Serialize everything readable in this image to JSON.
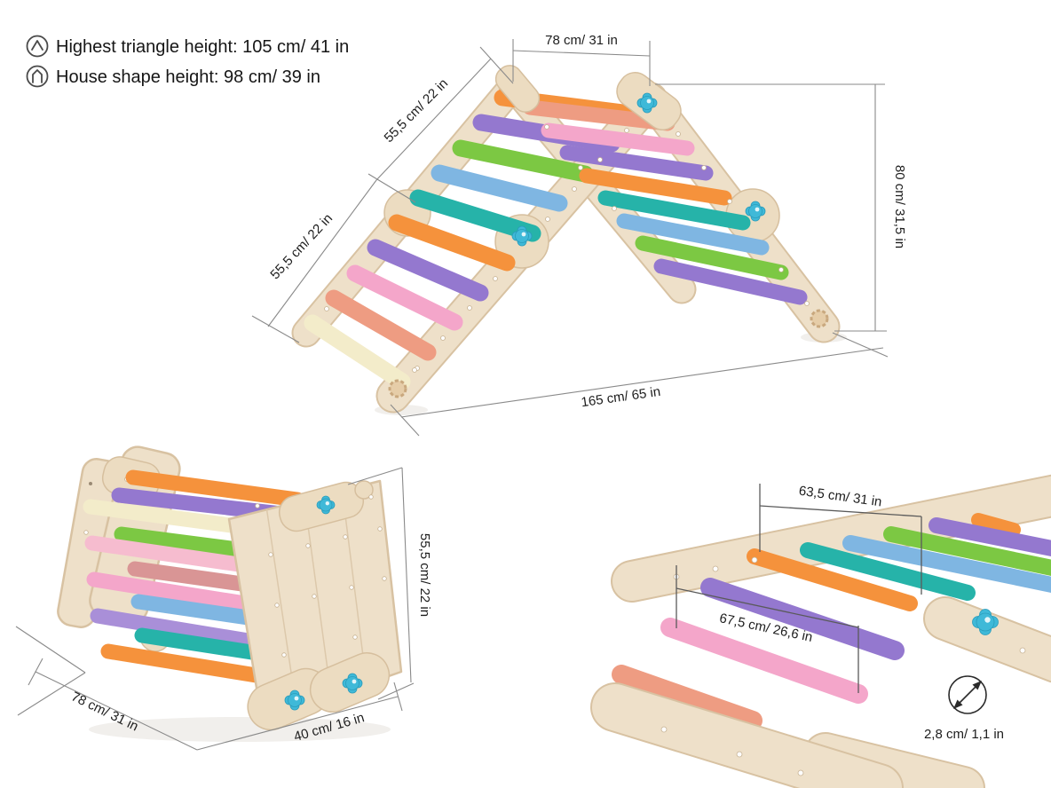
{
  "legend": {
    "items": [
      {
        "icon": "triangle-peak-icon",
        "label": "Highest triangle height: 105 cm/ 41 in"
      },
      {
        "icon": "house-shape-icon",
        "label": "House shape height: 98 cm/ 39 in"
      }
    ]
  },
  "house": {
    "name": "house-shape climbing triangle",
    "top_width": "78 cm/ 31 in",
    "side_upper": "55,5 cm/ 22 in",
    "side_lower": "55,5 cm/ 22 in",
    "height": "80 cm/ 31,5 in",
    "base": "165 cm/ 65 in"
  },
  "folded": {
    "name": "folded position",
    "depth": "78 cm/ 31 in",
    "width": "40 cm/ 16 in",
    "height": "55,5 cm/ 22 in"
  },
  "closeup": {
    "name": "rung spacing close-up",
    "upper_span": "63,5 cm/ 31 in",
    "lower_span": "67,5 cm/ 26,6 in",
    "rung_diameter": "2,8 cm/ 1,1 in"
  },
  "palette": {
    "wood": "#eee0c9",
    "wood_edge": "#d8c2a2",
    "plate": "#ecdcc1",
    "orange": "#f5923c",
    "purple": "#9478cf",
    "lavender": "#a98fd8",
    "green": "#7cc843",
    "sky_blue": "#7fb6e2",
    "teal": "#26b3a9",
    "pink": "#f4a6ca",
    "light_pink": "#f6bccf",
    "salmon": "#ee9c82",
    "dusty_rose": "#d99595",
    "cream": "#f3ecca",
    "knob_blue": "#3fb9d8",
    "dim_line": "#8a8a8a",
    "text": "#1d1d1d"
  }
}
